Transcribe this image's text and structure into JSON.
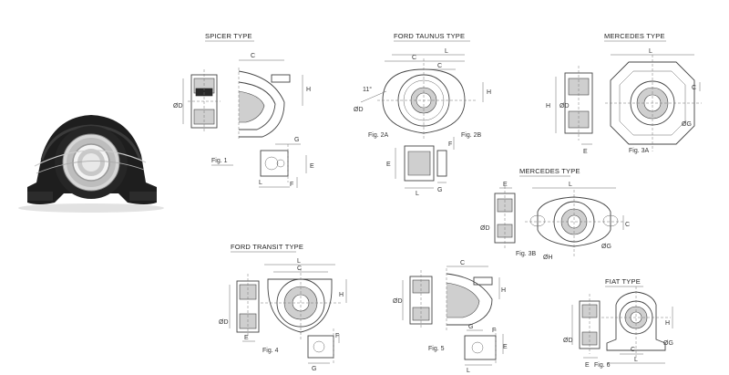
{
  "photo": {
    "alt_icon": "center-bearing-photo"
  },
  "titles": {
    "spicer": "SPICER TYPE",
    "ford_taunus": "FORD TAUNUS TYPE",
    "mercedes": "MERCEDES TYPE",
    "mercedes2": "MERCEDES TYPE",
    "ford_transit": "FORD TRANSIT TYPE",
    "fiat": "FIAT TYPE"
  },
  "figs": {
    "f1": "Fig. 1",
    "f2a": "Fig. 2A",
    "f2b": "Fig. 2B",
    "f3a": "Fig. 3A",
    "f3b": "Fig. 3B",
    "f4": "Fig. 4",
    "f5": "Fig. 5",
    "f6": "Fig. 6"
  },
  "dims": {
    "C": "C",
    "L": "L",
    "H": "H",
    "D": "ØD",
    "G": "G",
    "E": "E",
    "F": "F",
    "H2": "ØH",
    "G2": "ØG",
    "deg": "11°"
  }
}
